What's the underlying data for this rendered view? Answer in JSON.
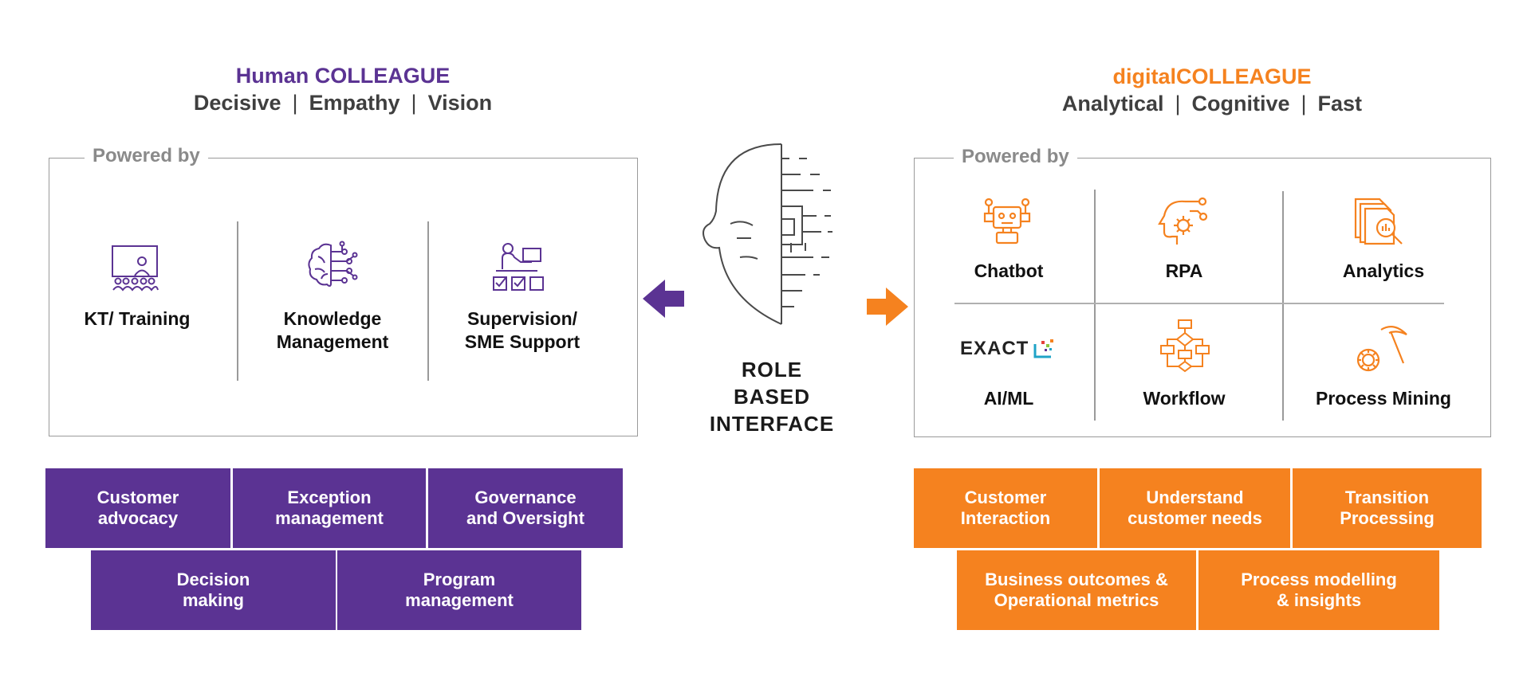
{
  "colors": {
    "human": "#5b3393",
    "digital": "#f5821f",
    "text": "#111111",
    "muted": "#8a8a8a"
  },
  "human": {
    "title": "Human COLLEAGUE",
    "traits": [
      "Decisive",
      "Empathy",
      "Vision"
    ],
    "separator": "|",
    "powered_by": "Powered by",
    "capabilities": [
      {
        "label": "KT/ Training",
        "icon": "classroom-training-icon"
      },
      {
        "label": "Knowledge\nManagement",
        "icon": "brain-network-icon"
      },
      {
        "label": "Supervision/\nSME Support",
        "icon": "supervision-checklist-icon"
      }
    ],
    "roles": [
      "Customer\nadvocacy",
      "Exception\nmanagement",
      "Governance\nand Oversight",
      "Decision\nmaking",
      "Program\nmanagement"
    ]
  },
  "center": {
    "label": "ROLE\nBASED\nINTERFACE",
    "icon": "half-human-half-circuit-head-icon"
  },
  "digital": {
    "title": "digitalCOLLEAGUE",
    "traits": [
      "Analytical",
      "Cognitive",
      "Fast"
    ],
    "separator": "|",
    "powered_by": "Powered by",
    "capabilities": [
      {
        "label": "Chatbot",
        "icon": "robot-icon"
      },
      {
        "label": "RPA",
        "icon": "head-gear-icon"
      },
      {
        "label": "Analytics",
        "icon": "document-magnifier-icon"
      },
      {
        "label": "AI/ML",
        "icon": "exact-logo",
        "logo_text": "EXACT"
      },
      {
        "label": "Workflow",
        "icon": "flowchart-icon"
      },
      {
        "label": "Process Mining",
        "icon": "gear-pickaxe-icon"
      }
    ],
    "roles": [
      "Customer\nInteraction",
      "Understand\ncustomer needs",
      "Transition\nProcessing",
      "Business outcomes &\nOperational metrics",
      "Process modelling\n& insights"
    ]
  }
}
